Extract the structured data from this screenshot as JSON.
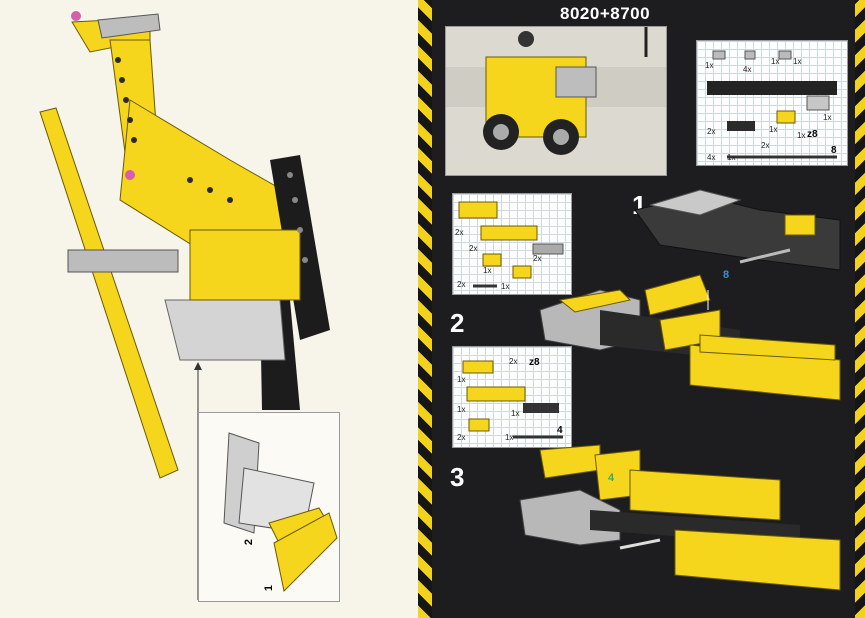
{
  "header": {
    "set_numbers": "8020+8700"
  },
  "steps": [
    {
      "number": "1"
    },
    {
      "number": "2"
    },
    {
      "number": "3"
    }
  ],
  "callouts": {
    "step1_axle_length": "8",
    "step3_axle_length": "4",
    "left_detail_a": "2",
    "left_detail_b": "1"
  },
  "parts_lists": {
    "top_inventory": {
      "quantities": [
        "1x",
        "4x",
        "1x",
        "1x",
        "2x",
        "1x",
        "1x",
        "4x",
        "2x",
        "1x",
        "1x"
      ],
      "gear_label": "z8",
      "axle_length": "8"
    },
    "step2_parts": {
      "quantities": [
        "2x",
        "2x",
        "1x",
        "2x",
        "1x",
        "2x"
      ]
    },
    "step3_parts": {
      "quantities": [
        "2x",
        "1x",
        "1x",
        "1x",
        "2x",
        "1x"
      ],
      "gear_label": "z8",
      "axle_length": "4"
    }
  }
}
